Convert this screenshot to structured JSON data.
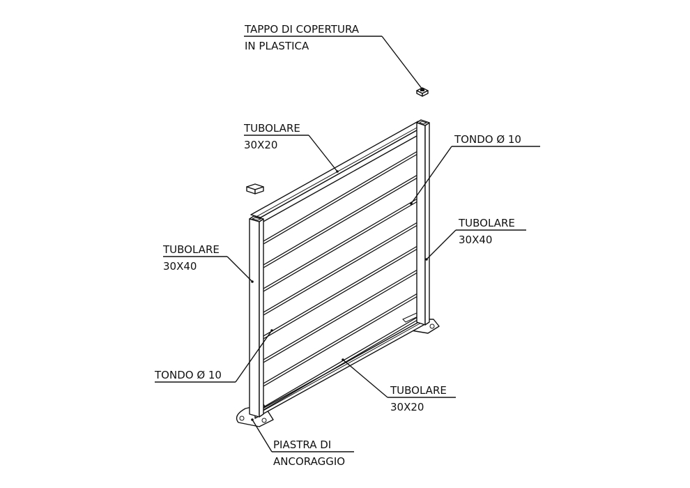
{
  "labels": {
    "cap": {
      "line1": "TAPPO DI COPERTURA",
      "line2": "IN PLASTICA"
    },
    "top_tube": {
      "line1": "TUBOLARE",
      "line2": "30X20"
    },
    "rod_right": {
      "text": "TONDO Ø 10"
    },
    "right_post": {
      "line1": "TUBOLARE",
      "line2": "30X40"
    },
    "left_post": {
      "line1": "TUBOLARE",
      "line2": "30X40"
    },
    "rod_left": {
      "text": "TONDO Ø 10"
    },
    "bottom_tube": {
      "line1": "TUBOLARE",
      "line2": "30X20"
    },
    "plate": {
      "line1": "PIASTRA DI",
      "line2": "ANCORAGGIO"
    }
  },
  "colors": {
    "line": "#111111",
    "background": "#ffffff"
  }
}
